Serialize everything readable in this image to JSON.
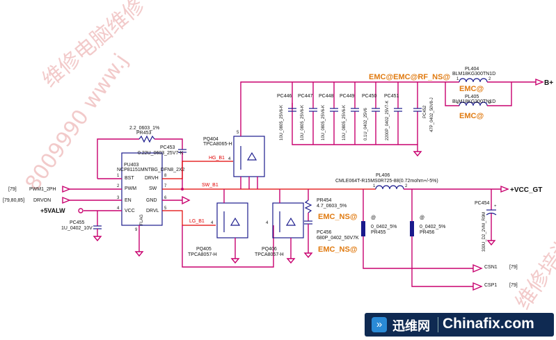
{
  "watermark": {
    "line1": "维修电脑维修",
    "line2": "8009990 www.j",
    "line3": "维修培训"
  },
  "brand": {
    "icon": "chevrons-icon",
    "cn": "迅维网",
    "en": "Chinafix.com"
  },
  "ic": {
    "ref": "PU403",
    "part": "NCP81151MNTBG_DFN8_2X2",
    "flag": "FLAG",
    "pins": {
      "bst": "BST",
      "pwm": "PWM",
      "en": "EN",
      "vcc": "VCC",
      "drvh": "DRVH",
      "sw": "SW",
      "gnd": "GND",
      "drvl": "DRVL"
    },
    "pin_nums": {
      "p1": "1",
      "p2": "2",
      "p3": "3",
      "p4": "4",
      "p8": "8",
      "p7": "7",
      "p6": "6",
      "p5": "5",
      "p9": "9"
    }
  },
  "nets": {
    "pwm": "PWM1_2PH",
    "drvon": "DRVON",
    "pwm_ref": "[79]",
    "drvon_ref": "[79,80,85]",
    "v5": "+5VALW",
    "hg": "HG_B1",
    "sw": "SW_B1",
    "lg": "LG_B1",
    "bplus": "B+",
    "vccgt": "+VCC_GT",
    "csn": "CSN1",
    "csp": "CSP1",
    "csn_ref": "[79]",
    "csp_ref": "[79]"
  },
  "parts": {
    "pr453": {
      "ref": "PR453",
      "val": "2.2_0603_1%"
    },
    "pc453": {
      "ref": "PC453",
      "val": "0.22U_0603_25V7-K"
    },
    "pc455": {
      "ref": "PC455",
      "val": "1U_0402_10V"
    },
    "pq404": {
      "ref": "PQ404",
      "val": "TPCA8065-H"
    },
    "pq405": {
      "ref": "PQ405",
      "val": "TPCA8057-H"
    },
    "pq406": {
      "ref": "PQ406",
      "val": "TPCA8057-H"
    },
    "pc446": {
      "ref": "PC446",
      "val": "10U_0805_25V6-K"
    },
    "pc447": {
      "ref": "PC447",
      "val": "10U_0805_25V6-K"
    },
    "pc448": {
      "ref": "PC448",
      "val": "10U_0805_25V6-K"
    },
    "pc449": {
      "ref": "PC449",
      "val": "10U_0805_25V6-K"
    },
    "pc450": {
      "ref": "PC450",
      "val": "0.1U_0402_25V6"
    },
    "pc451": {
      "ref": "PC451",
      "val": "2200P_0402_25V7-K"
    },
    "pc452": {
      "ref": "PC452",
      "val": "47P_0402_50V8-J"
    },
    "pl404": {
      "ref": "PL404",
      "val": "BLM18KG300TN1D"
    },
    "pl405": {
      "ref": "PL405",
      "val": "BLM18KG300TN1D"
    },
    "pl406": {
      "ref": "PL406",
      "val": "CMLE064T-R15MS0R725-88(0.72mohm+/-5%)"
    },
    "pr454": {
      "ref": "PR454",
      "val": "4.7_0603_5%"
    },
    "pc456": {
      "ref": "PC456",
      "val": "680P_0402_50V7K"
    },
    "pr455": {
      "ref": "PR455",
      "val": "0_0402_5%"
    },
    "pr456": {
      "ref": "PR456",
      "val": "0_0402_5%"
    },
    "pc454": {
      "ref": "PC454",
      "val": "330U_D2_2VM_R9M"
    }
  },
  "emc": {
    "top": "EMC@EMC@RF_NS@",
    "l1": "EMC@",
    "l2": "EMC@",
    "ns1": "EMC_NS@",
    "ns2": "EMC_NS@"
  },
  "pin_labels": {
    "one": "1",
    "two": "2",
    "at": "@",
    "plus": "+"
  }
}
